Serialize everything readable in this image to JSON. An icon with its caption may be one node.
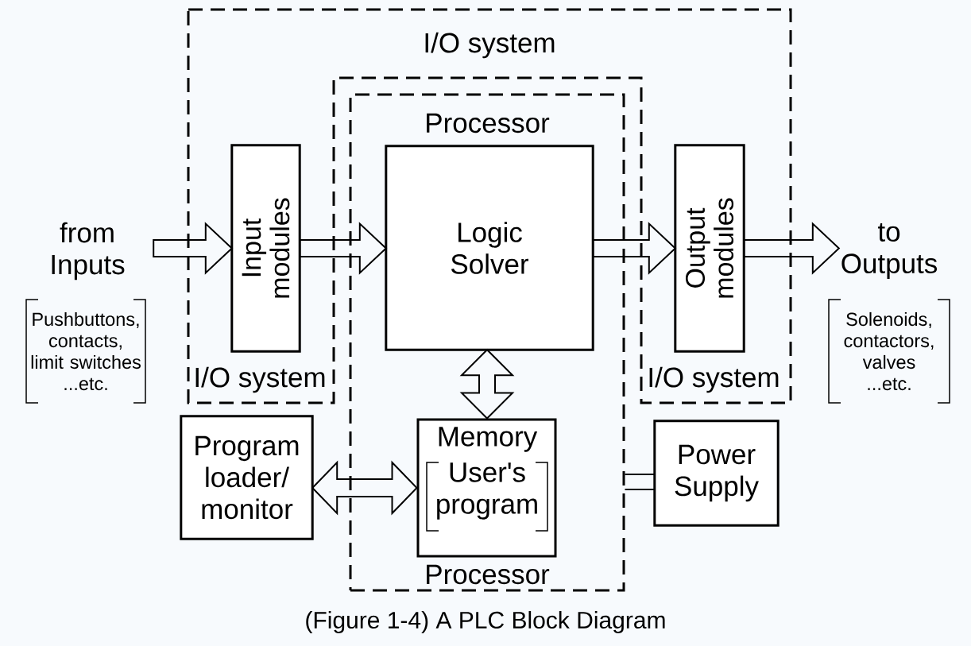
{
  "diagram": {
    "caption": "(Figure 1-4)  A PLC Block Diagram",
    "nodes": [
      {
        "text": [
          "I/O system",
          "I/O system",
          "I/O system"
        ]
      },
      {
        "text": [
          "Processor",
          "Processor"
        ]
      },
      {
        "text": [
          "Input modules"
        ],
        "in": 0
      },
      {
        "text": [
          "Logic Solver"
        ],
        "in": 1
      },
      {
        "text": [
          "Output modules"
        ],
        "in": 0
      },
      {
        "text": [
          "Memory",
          "User's program"
        ],
        "in": 1
      },
      {
        "text": [
          "Program loader/ monitor"
        ]
      },
      {
        "text": [
          "Power Supply"
        ]
      },
      {
        "text": [
          "from Inputs"
        ],
        "beside": [
          "Pushbuttons, contacts, limit switches ...etc."
        ]
      },
      {
        "text": [
          "to Outputs"
        ],
        "beside": [
          "Solenoids, contactors, valves ...etc."
        ]
      }
    ],
    "edges": [
      {
        "from": 8,
        "to": 2,
        "arrow": "to"
      },
      {
        "from": 2,
        "to": 3,
        "arrow": "to"
      },
      {
        "from": 3,
        "to": 4,
        "arrow": "to"
      },
      {
        "from": 4,
        "to": 9,
        "arrow": "to"
      },
      {
        "from": 3,
        "to": 5,
        "arrow": "both"
      },
      {
        "from": 6,
        "to": 5,
        "arrow": "both"
      },
      {
        "from": 7,
        "to": 1,
        "arrow": "none"
      }
    ]
  }
}
